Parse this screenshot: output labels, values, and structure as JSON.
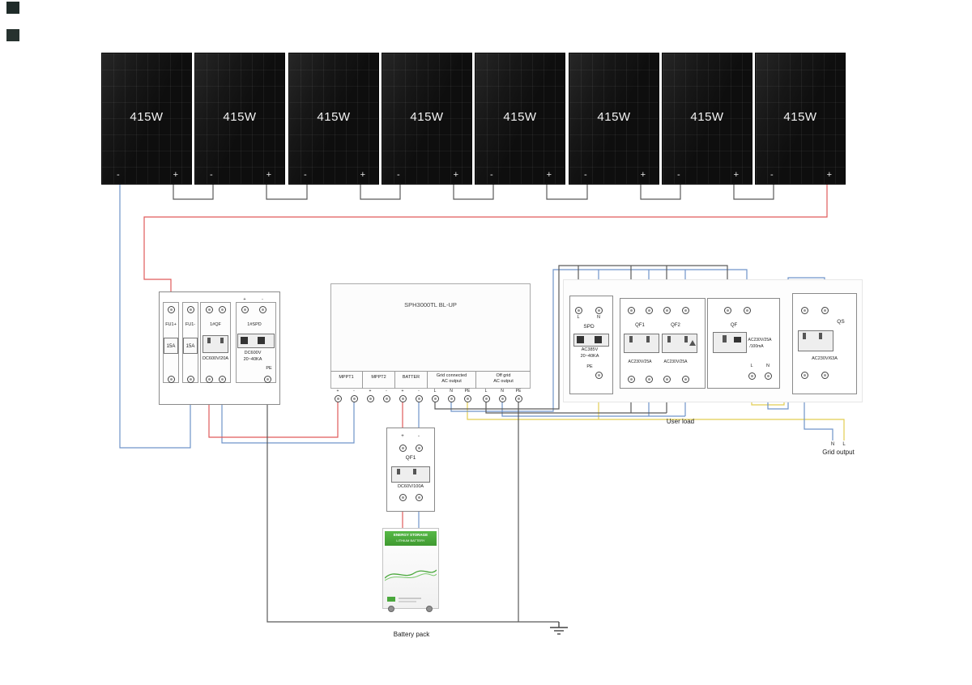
{
  "panels": {
    "wattage": "415W"
  },
  "labels": {
    "plus": "+",
    "minus": "-",
    "l": "L",
    "n": "N",
    "pe": "PE"
  },
  "combiner": {
    "fuse_pos_name": "FU1+",
    "fuse_pos_rating": "15A",
    "fuse_neg_name": "FU1-",
    "fuse_neg_rating": "15A",
    "breaker_name": "1#QF",
    "breaker_rating": "DC600V/20A",
    "spd_name": "1#SPD",
    "spd_voltage": "DC600V",
    "spd_ka": "20~40KA"
  },
  "inverter": {
    "model": "SPH3000TL BL-UP",
    "mppt1": "MPPT1",
    "mppt2": "MPPT2",
    "battery": "BATTER",
    "grid_line1": "Grid connected",
    "grid_line2": "AC output",
    "offgrid_line1": "Off grid",
    "offgrid_line2": "AC output"
  },
  "ac_panel": {
    "spd_name": "SPD",
    "spd_voltage": "AC385V",
    "spd_ka": "20~40KA",
    "qf1_name": "QF1",
    "qf1_rating": "AC230V/25A",
    "qf2_name": "QF2",
    "qf2_rating": "AC230V/25A",
    "qf_name": "QF",
    "qf_rating": "AC230V/25A",
    "qf_trip": "/100mA",
    "qs_name": "QS",
    "qs_rating": "AC230V/63A"
  },
  "battery_breaker": {
    "name": "QF1",
    "rating": "DC60V/100A"
  },
  "battery": {
    "brand_line1": "ENERGY STORAGE",
    "brand_line2": "LITHIUM BATTERY",
    "caption": "Battery pack"
  },
  "outputs": {
    "user_load": "User load",
    "grid_output": "Grid output"
  },
  "colors": {
    "positive": "#e05b5b",
    "negative": "#6f94c9",
    "pe": "#e2cd52",
    "line": "#5a5a5a"
  }
}
